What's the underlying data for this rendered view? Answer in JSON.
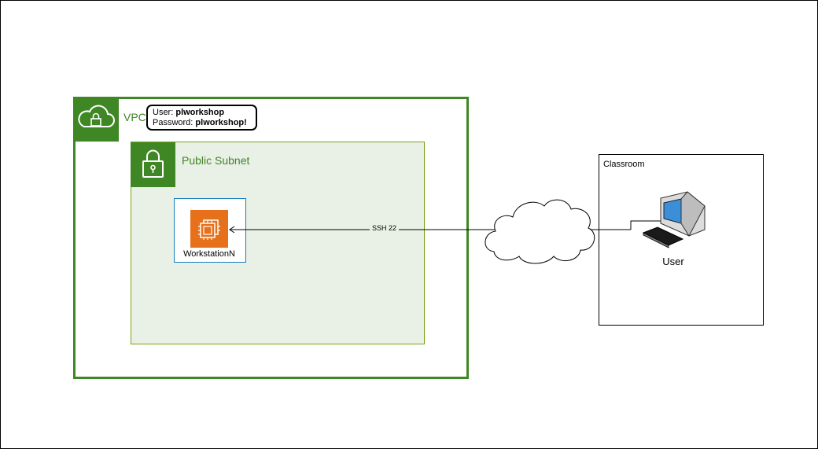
{
  "vpc": {
    "label": "VPC",
    "icon": "cloud-lock-icon"
  },
  "credentials": {
    "user_prefix": "User: ",
    "user_value": "plworkshop",
    "password_prefix": "Password: ",
    "password_value": "plworkshop!"
  },
  "subnet": {
    "label": "Public Subnet",
    "icon": "padlock-icon"
  },
  "instance": {
    "label": "WorkstationN",
    "icon": "ec2-instance-icon"
  },
  "connection": {
    "label": "SSH 22",
    "icon": "internet-cloud-icon"
  },
  "classroom": {
    "label": "Classroom"
  },
  "user": {
    "label": "User",
    "icon": "workstation-computer-icon"
  },
  "colors": {
    "vpc_green": "#3f8624",
    "subnet_fill": "#e9f0e6",
    "instance_border": "#147eba",
    "ec2_orange": "#e7711b"
  }
}
